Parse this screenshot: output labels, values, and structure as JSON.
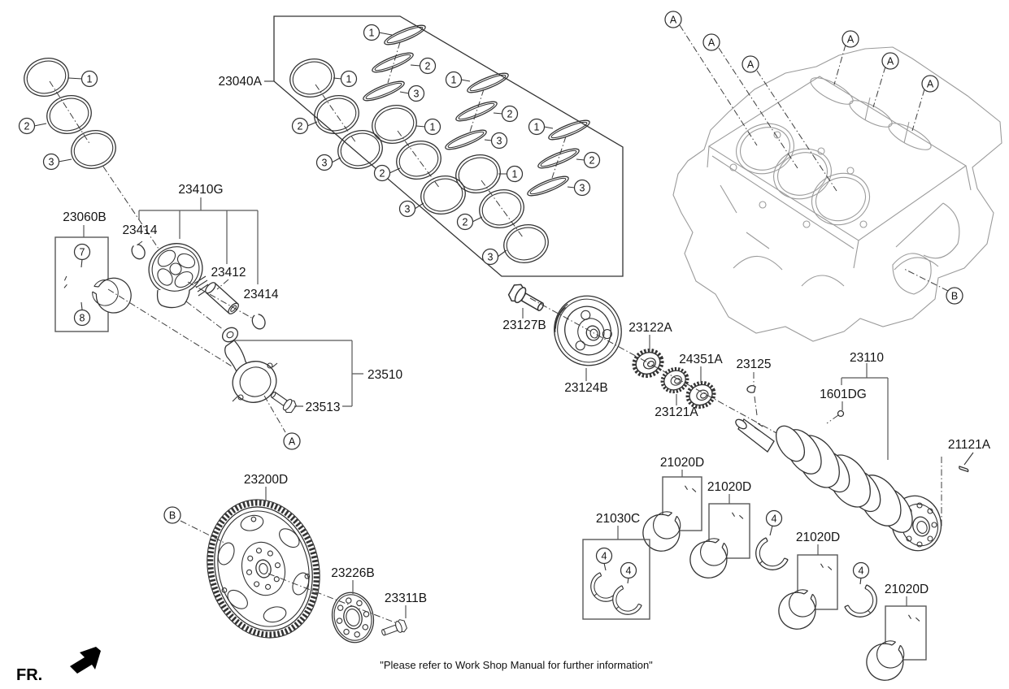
{
  "parts": {
    "23040A": "23040A",
    "23410G": "23410G",
    "23060B": "23060B",
    "23414": "23414",
    "23412": "23412",
    "23510": "23510",
    "23513": "23513",
    "23200D": "23200D",
    "23226B": "23226B",
    "23311B": "23311B",
    "23127B": "23127B",
    "23124B": "23124B",
    "23122A": "23122A",
    "24351A": "24351A",
    "23121A": "23121A",
    "23125": "23125",
    "23110": "23110",
    "1601DG": "1601DG",
    "21121A": "21121A",
    "21020D": "21020D",
    "21030C": "21030C"
  },
  "callouts": {
    "1": "1",
    "2": "2",
    "3": "3",
    "4": "4",
    "7": "7",
    "8": "8",
    "A": "A",
    "B": "B"
  },
  "footer": {
    "note": "\"Please refer to Work Shop Manual for further information\"",
    "fr": "FR."
  }
}
